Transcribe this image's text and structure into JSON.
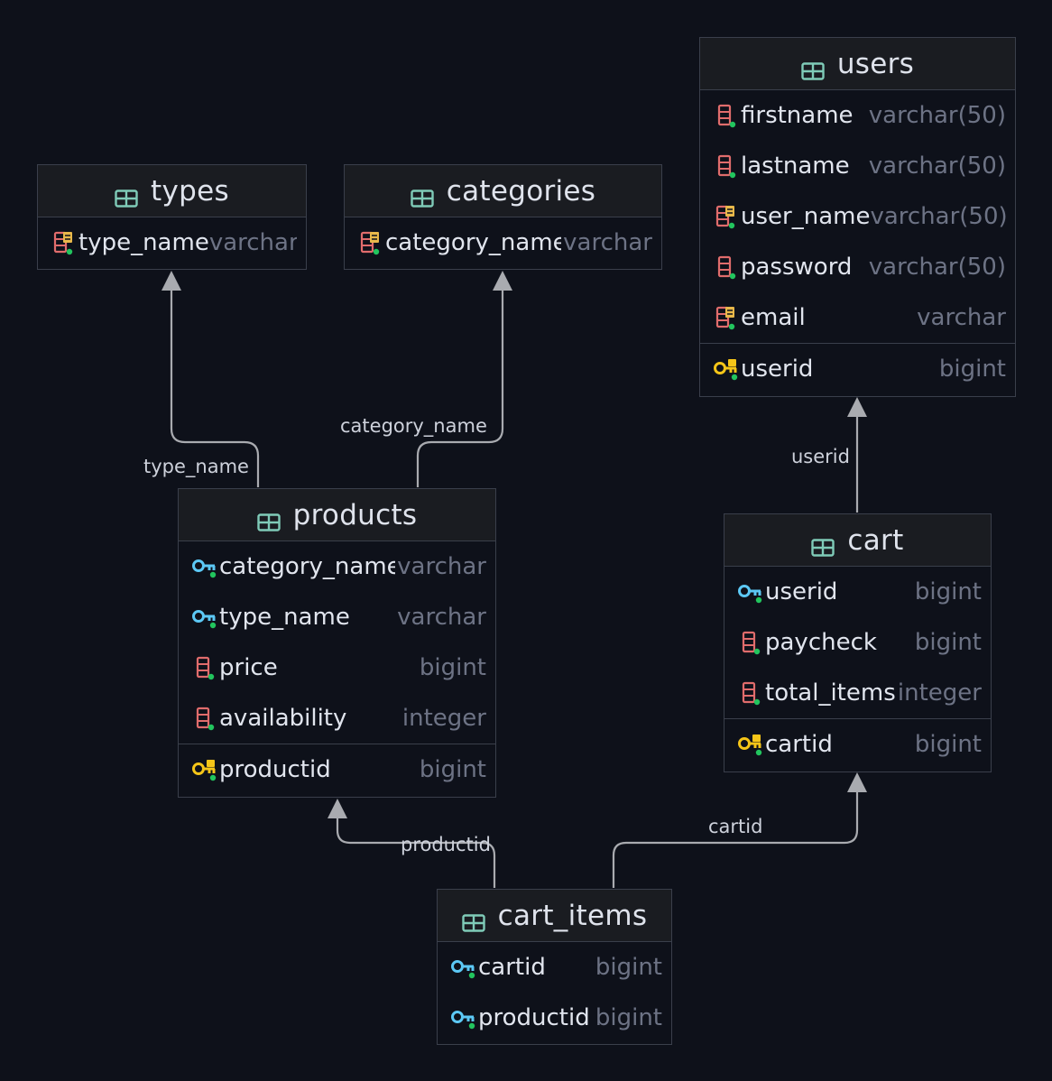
{
  "colors": {
    "background": "#0e111a",
    "table_icon": "#7fcbb8",
    "column_icon": "#e06c6c",
    "unique_icon_accent": "#e8b84a",
    "primary_key": "#f5c518",
    "foreign_key": "#5cc8f5",
    "not_null_dot": "#22c55e",
    "edge": "#a9abb0"
  },
  "tables": {
    "users": {
      "name": "users",
      "columns": [
        {
          "name": "firstname",
          "type": "varchar(50)",
          "icon": "column-icon"
        },
        {
          "name": "lastname",
          "type": "varchar(50)",
          "icon": "column-icon"
        },
        {
          "name": "user_name",
          "type": "varchar(50)",
          "icon": "unique-column-icon"
        },
        {
          "name": "password",
          "type": "varchar(50)",
          "icon": "column-icon"
        },
        {
          "name": "email",
          "type": "varchar",
          "icon": "unique-column-icon"
        }
      ],
      "keys": [
        {
          "name": "userid",
          "type": "bigint",
          "icon": "primary-key-icon"
        }
      ]
    },
    "types": {
      "name": "types",
      "columns": [
        {
          "name": "type_name",
          "type": "varchar",
          "icon": "unique-column-icon"
        }
      ]
    },
    "categories": {
      "name": "categories",
      "columns": [
        {
          "name": "category_name",
          "type": "varchar",
          "icon": "unique-column-icon"
        }
      ]
    },
    "products": {
      "name": "products",
      "columns": [
        {
          "name": "category_name",
          "type": "varchar",
          "icon": "foreign-key-icon"
        },
        {
          "name": "type_name",
          "type": "varchar",
          "icon": "foreign-key-icon"
        },
        {
          "name": "price",
          "type": "bigint",
          "icon": "column-icon"
        },
        {
          "name": "availability",
          "type": "integer",
          "icon": "column-icon"
        }
      ],
      "keys": [
        {
          "name": "productid",
          "type": "bigint",
          "icon": "primary-key-icon"
        }
      ]
    },
    "cart": {
      "name": "cart",
      "columns": [
        {
          "name": "userid",
          "type": "bigint",
          "icon": "foreign-key-icon"
        },
        {
          "name": "paycheck",
          "type": "bigint",
          "icon": "column-icon"
        },
        {
          "name": "total_items",
          "type": "integer",
          "icon": "column-icon"
        }
      ],
      "keys": [
        {
          "name": "cartid",
          "type": "bigint",
          "icon": "primary-key-icon"
        }
      ]
    },
    "cart_items": {
      "name": "cart_items",
      "columns": [
        {
          "name": "cartid",
          "type": "bigint",
          "icon": "foreign-key-icon"
        },
        {
          "name": "productid",
          "type": "bigint",
          "icon": "foreign-key-icon"
        }
      ]
    }
  },
  "relations": {
    "products_types": "type_name",
    "products_categories": "category_name",
    "cart_users": "userid",
    "cart_items_products": "productid",
    "cart_items_cart": "cartid"
  }
}
